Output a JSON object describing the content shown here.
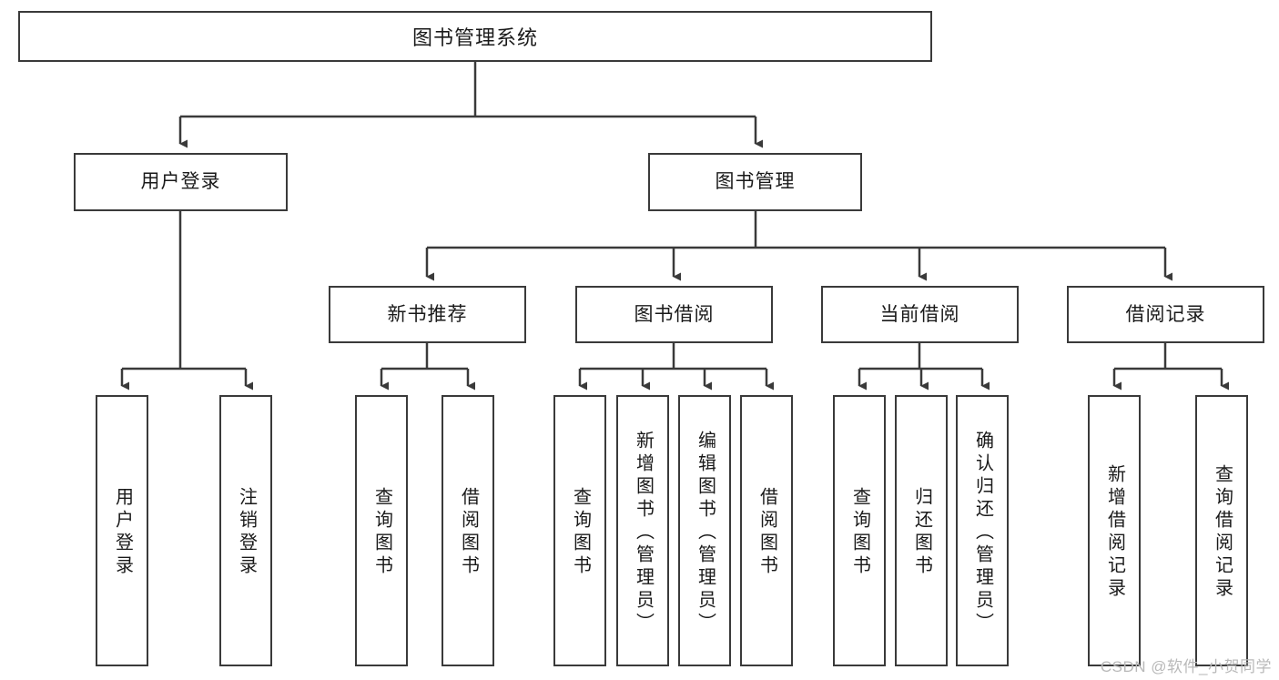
{
  "diagram": {
    "title": "图书管理系统",
    "type": "hierarchy-tree",
    "orientation": "top-down",
    "box_border_color": "#3a3a3a",
    "box_fill_color": "#ffffff",
    "connector_color": "#3a3a3a",
    "levels": [
      {
        "level": 1,
        "nodes": [
          {
            "id": "root",
            "label": "图书管理系统",
            "orientation": "horizontal"
          }
        ]
      },
      {
        "level": 2,
        "nodes": [
          {
            "id": "login",
            "label": "用户登录",
            "orientation": "horizontal",
            "parent": "root"
          },
          {
            "id": "bookmgmt",
            "label": "图书管理",
            "orientation": "horizontal",
            "parent": "root"
          }
        ]
      },
      {
        "level": 3,
        "nodes": [
          {
            "id": "newbook",
            "label": "新书推荐",
            "orientation": "horizontal",
            "parent": "bookmgmt"
          },
          {
            "id": "borrow",
            "label": "图书借阅",
            "orientation": "horizontal",
            "parent": "bookmgmt"
          },
          {
            "id": "current",
            "label": "当前借阅",
            "orientation": "horizontal",
            "parent": "bookmgmt"
          },
          {
            "id": "records",
            "label": "借阅记录",
            "orientation": "horizontal",
            "parent": "bookmgmt"
          }
        ]
      },
      {
        "level": 4,
        "nodes": [
          {
            "id": "leaf1",
            "label": "用户登录",
            "orientation": "vertical",
            "parent": "login"
          },
          {
            "id": "leaf2",
            "label": "注销登录",
            "orientation": "vertical",
            "parent": "login"
          },
          {
            "id": "leaf3",
            "label": "查询图书",
            "orientation": "vertical",
            "parent": "newbook"
          },
          {
            "id": "leaf4",
            "label": "借阅图书",
            "orientation": "vertical",
            "parent": "newbook"
          },
          {
            "id": "leaf5",
            "label": "查询图书",
            "orientation": "vertical",
            "parent": "borrow"
          },
          {
            "id": "leaf6",
            "label": "新增图书（管理员）",
            "orientation": "vertical",
            "parent": "borrow"
          },
          {
            "id": "leaf7",
            "label": "编辑图书（管理员）",
            "orientation": "vertical",
            "parent": "borrow"
          },
          {
            "id": "leaf8",
            "label": "借阅图书",
            "orientation": "vertical",
            "parent": "borrow"
          },
          {
            "id": "leaf9",
            "label": "查询图书",
            "orientation": "vertical",
            "parent": "current"
          },
          {
            "id": "leaf10",
            "label": "归还图书",
            "orientation": "vertical",
            "parent": "current"
          },
          {
            "id": "leaf11",
            "label": "确认归还（管理员）",
            "orientation": "vertical",
            "parent": "current"
          },
          {
            "id": "leaf12",
            "label": "新增借阅记录",
            "orientation": "vertical",
            "parent": "records"
          },
          {
            "id": "leaf13",
            "label": "查询借阅记录",
            "orientation": "vertical",
            "parent": "records"
          }
        ]
      }
    ]
  },
  "watermark": {
    "text": "CSDN @软件_小贺同学"
  }
}
